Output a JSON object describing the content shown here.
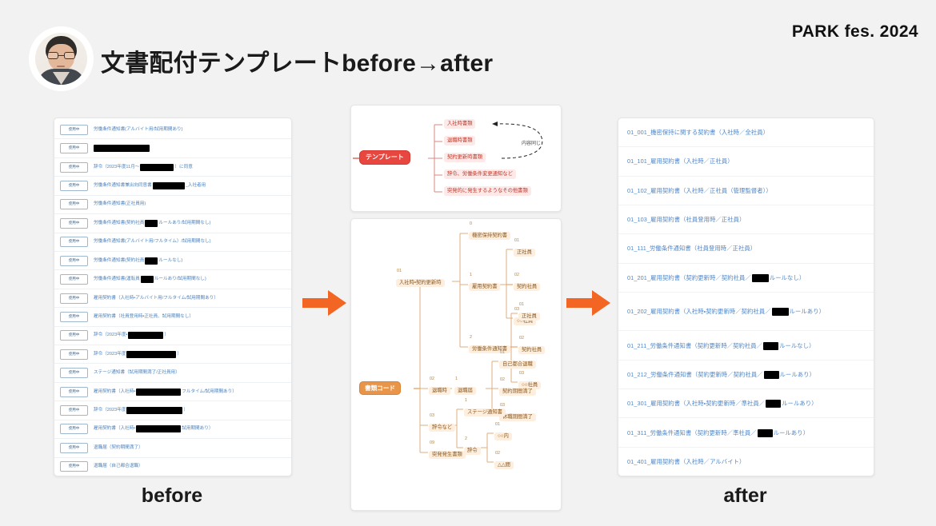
{
  "header": {
    "title": "文書配付テンプレートbefore→after",
    "brand": "PARK fes. 2024",
    "avatar_alt": "presenter-avatar"
  },
  "captions": {
    "before": "before",
    "after": "after"
  },
  "colors": {
    "background": "#f2f2f2",
    "arrow_orange": "#f26522",
    "template_node_red": "#e8473f",
    "code_node_orange": "#e8954a",
    "link_blue": "#4f86c6",
    "card_white": "#ffffff"
  },
  "before_panel": {
    "badge_label": "使用中",
    "rows": [
      {
        "badge": "使用中",
        "text": "労働条件通知書(アルバイト用/試用期間あり)",
        "redactions": []
      },
      {
        "badge": "使用中",
        "text": "",
        "redactions": [
          {
            "after": 0,
            "width": 70
          }
        ]
      },
      {
        "badge": "使用中",
        "text": "辞令（2023年度11月～",
        "suffix": "）に同意",
        "redactions": [
          {
            "after": 1,
            "width": 42
          }
        ]
      },
      {
        "badge": "使用中",
        "text": "労働条件通知書兼出向同意書",
        "suffix": "_入社者用",
        "redactions": [
          {
            "after": 1,
            "width": 40
          }
        ]
      },
      {
        "badge": "使用中",
        "text": "労働条件通知書(正社員用)",
        "redactions": []
      },
      {
        "badge": "使用中",
        "text": "労働条件通知書(契約社員",
        "suffix": "ルールあり/試用期間なし)",
        "redactions": [
          {
            "after": 1,
            "width": 16
          }
        ]
      },
      {
        "badge": "使用中",
        "text": "労働条件通知書(アルバイト用/フルタイム）/試用期間なし)",
        "redactions": []
      },
      {
        "badge": "使用中",
        "text": "労働条件通知書(契約社員",
        "suffix": "ルールなし)",
        "redactions": [
          {
            "after": 1,
            "width": 16
          }
        ]
      },
      {
        "badge": "使用中",
        "text": "労働条件通知書(運転員",
        "suffix": "ルールあり/試用期間なし)",
        "redactions": [
          {
            "after": 1,
            "width": 16
          }
        ]
      },
      {
        "badge": "使用中",
        "text": "雇用契約書（入社時・アルバイト用/フルタイム/試用期間あり）",
        "redactions": []
      },
      {
        "badge": "使用中",
        "text": "雇用契約書（社員登用時・正社員、試用期間なし）",
        "redactions": []
      },
      {
        "badge": "使用中",
        "text": "辞令（2023年度・",
        "suffix": "）",
        "redactions": [
          {
            "after": 1,
            "width": 44
          }
        ]
      },
      {
        "badge": "使用中",
        "text": "辞令（2023年度",
        "suffix": "）",
        "redactions": [
          {
            "after": 1,
            "width": 62
          }
        ]
      },
      {
        "badge": "使用中",
        "text": "ステージ通知書（試用期間満了/正社員用）",
        "redactions": []
      },
      {
        "badge": "使用中",
        "text": "雇用契約書（入社時・",
        "suffix": "フルタイム/試用期間あり）",
        "redactions": [
          {
            "after": 1,
            "width": 56
          }
        ]
      },
      {
        "badge": "使用中",
        "text": "辞令（2023年度",
        "suffix": "）",
        "redactions": [
          {
            "after": 1,
            "width": 70
          }
        ]
      },
      {
        "badge": "使用中",
        "text": "雇用契約書（入社時・",
        "suffix": "試用期間あり）",
        "redactions": [
          {
            "after": 1,
            "width": 56
          }
        ]
      },
      {
        "badge": "使用中",
        "text": "退職届（契約期間満了）",
        "redactions": []
      },
      {
        "badge": "使用中",
        "text": "退職届（自己都合退職）",
        "redactions": []
      }
    ]
  },
  "mindmap_top": {
    "root": "テンプレート",
    "branches": [
      "入社時書類",
      "退職時書類",
      "契約更新時書類",
      "辞令、労働条件変更通知など",
      "突発的に発生するようなその他書類"
    ],
    "annotation": "内容同じ",
    "annotation_link": {
      "from": "契約更新時書類",
      "to": "入社時書類",
      "style": "dashed-arrow"
    }
  },
  "mindmap_bottom": {
    "root": "書類コード",
    "nodes": [
      {
        "num": "01",
        "title": "入社時・契約更新時",
        "children": [
          {
            "num": "0",
            "title": "機密保持契約書",
            "children": []
          },
          {
            "num": "1",
            "title": "雇用契約書",
            "children": [
              {
                "num": "01",
                "title": "正社員"
              },
              {
                "num": "02",
                "title": "契約社員"
              },
              {
                "num": "03",
                "title": "○○社員"
              }
            ]
          },
          {
            "num": "2",
            "title": "労働条件通知書",
            "children": [
              {
                "num": "01",
                "title": "正社員"
              },
              {
                "num": "02",
                "title": "契約社員"
              },
              {
                "num": "03",
                "title": "○○社員"
              }
            ]
          }
        ]
      },
      {
        "num": "02",
        "title": "退職時",
        "children": [
          {
            "num": "1",
            "title": "退職届",
            "children": [
              {
                "num": "01",
                "title": "自己都合退職"
              },
              {
                "num": "02",
                "title": "契約期間満了"
              },
              {
                "num": "03",
                "title": "休職期間満了"
              }
            ]
          }
        ]
      },
      {
        "num": "03",
        "title": "辞令など",
        "children": [
          {
            "num": "1",
            "title": "ステージ通知書",
            "children": []
          },
          {
            "num": "2",
            "title": "辞令",
            "children": [
              {
                "num": "01",
                "title": "○○内"
              },
              {
                "num": "02",
                "title": "△△間"
              }
            ]
          }
        ]
      },
      {
        "num": "09",
        "title": "突発発生書類",
        "children": []
      }
    ]
  },
  "after_panel": {
    "rows": [
      {
        "text": "01_001_機密保持に関する契約書（入社時／全社員）",
        "redactions": []
      },
      {
        "text": "01_101_雇用契約書（入社時／正社員）",
        "redactions": []
      },
      {
        "text": "01_102_雇用契約書（入社時／正社員（管理監督者））",
        "redactions": []
      },
      {
        "text": "01_103_雇用契約書（社員登用時／正社員）",
        "redactions": []
      },
      {
        "text": "01_111_労働条件通知書（社員登用時／正社員）",
        "redactions": []
      },
      {
        "text": "01_201_雇用契約書（契約更新時／契約社員／",
        "suffix": "ルールなし）",
        "redactions": [
          {
            "after": 1,
            "width": 21
          }
        ]
      },
      {
        "text": "01_202_雇用契約書（入社時・契約更新時／契約社員／",
        "suffix": "ルールあり）",
        "redactions": [
          {
            "after": 1,
            "width": 21
          }
        ],
        "tall": true
      },
      {
        "text": "01_211_労働条件通知書（契約更新時／契約社員／",
        "suffix": "ルールなし）",
        "redactions": [
          {
            "after": 1,
            "width": 19
          }
        ]
      },
      {
        "text": "01_212_労働条件通知書（契約更新時／契約社員／",
        "suffix": "ルールあり）",
        "redactions": [
          {
            "after": 1,
            "width": 19
          }
        ]
      },
      {
        "text": "01_301_雇用契約書（入社時・契約更新時／準社員／",
        "suffix": "ルールあり）",
        "redactions": [
          {
            "after": 1,
            "width": 19
          }
        ]
      },
      {
        "text": "01_311_労働条件通知書（契約更新時／準社員／",
        "suffix": "ルールあり）",
        "redactions": [
          {
            "after": 1,
            "width": 19
          }
        ]
      },
      {
        "text": "01_401_雇用契約書（入社時／アルバイト）",
        "redactions": []
      }
    ]
  }
}
